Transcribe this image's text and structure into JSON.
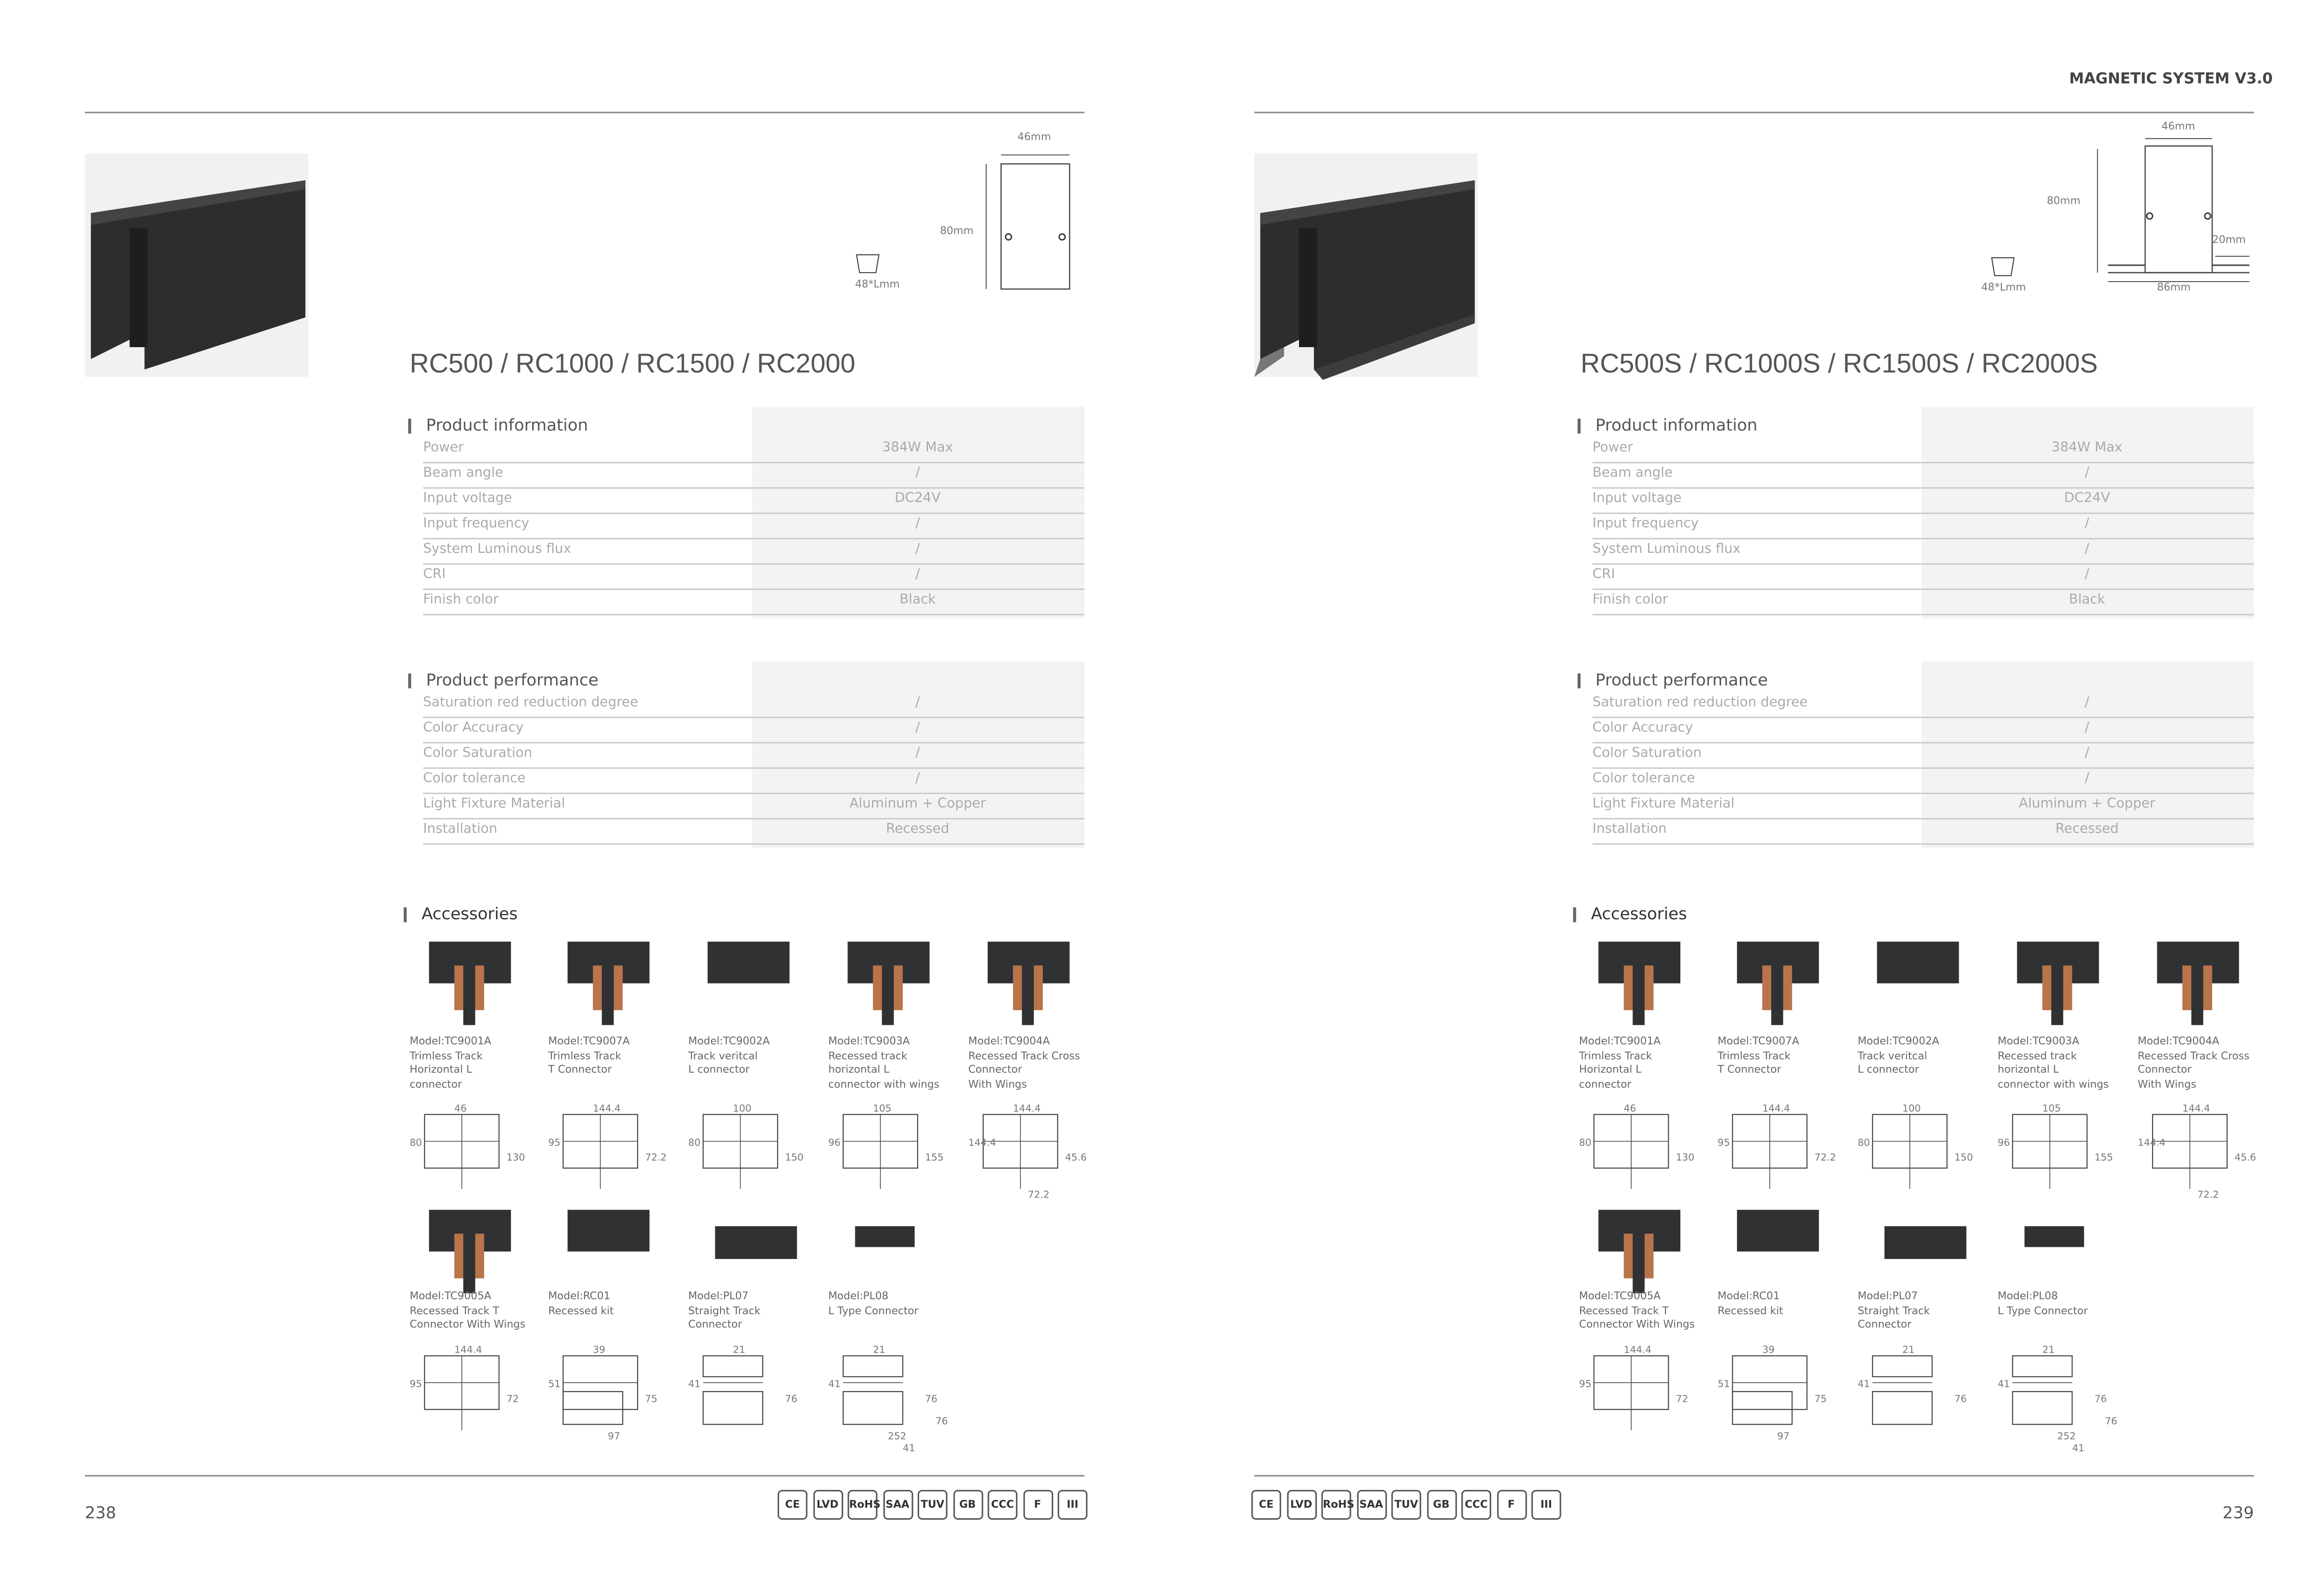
{
  "header": {
    "right": "MAGNETIC SYSTEM V3.0"
  },
  "pages": [
    {
      "page_number": "238",
      "title": "RC500 / RC1000 / RC1500 / RC2000",
      "profile_dims": {
        "width": "46mm",
        "height": "80mm",
        "cover": "48*Lmm"
      },
      "info_title": "Product information",
      "info_rows": [
        {
          "label": "Power",
          "value": "384W Max"
        },
        {
          "label": "Beam angle",
          "value": "/"
        },
        {
          "label": "Input voltage",
          "value": "DC24V"
        },
        {
          "label": "Input frequency",
          "value": "/"
        },
        {
          "label": "System Luminous flux",
          "value": "/"
        },
        {
          "label": "CRI",
          "value": "/"
        },
        {
          "label": "Finish color",
          "value": "Black"
        }
      ],
      "perf_title": "Product performance",
      "perf_rows": [
        {
          "label": "Saturation red reduction degree",
          "value": "/"
        },
        {
          "label": "Color Accuracy",
          "value": "/"
        },
        {
          "label": "Color Saturation",
          "value": "/"
        },
        {
          "label": "Color tolerance",
          "value": "/"
        },
        {
          "label": "Light Fixture Material",
          "value": "Aluminum + Copper"
        },
        {
          "label": "Installation",
          "value": "Recessed"
        }
      ],
      "acc_title": "Accessories"
    },
    {
      "page_number": "239",
      "title": "RC500S / RC1000S / RC1500S / RC2000S",
      "profile_dims": {
        "width": "46mm",
        "height": "80mm",
        "cover": "48*Lmm",
        "flange": "20mm",
        "total": "86mm"
      },
      "info_title": "Product information",
      "info_rows": [
        {
          "label": "Power",
          "value": "384W Max"
        },
        {
          "label": "Beam angle",
          "value": "/"
        },
        {
          "label": "Input voltage",
          "value": "DC24V"
        },
        {
          "label": "Input frequency",
          "value": "/"
        },
        {
          "label": "System Luminous flux",
          "value": "/"
        },
        {
          "label": "CRI",
          "value": "/"
        },
        {
          "label": "Finish color",
          "value": "Black"
        }
      ],
      "perf_title": "Product performance",
      "perf_rows": [
        {
          "label": "Saturation red reduction degree",
          "value": "/"
        },
        {
          "label": "Color Accuracy",
          "value": "/"
        },
        {
          "label": "Color Saturation",
          "value": "/"
        },
        {
          "label": "Color tolerance",
          "value": "/"
        },
        {
          "label": "Light Fixture Material",
          "value": "Aluminum + Copper"
        },
        {
          "label": "Installation",
          "value": "Recessed"
        }
      ],
      "acc_title": "Accessories"
    }
  ],
  "accessories": [
    {
      "lines": [
        "Model:TC9001A",
        "Trimless Track",
        "Horizontal L",
        "connector"
      ],
      "dims": [
        "46",
        "80",
        "130"
      ]
    },
    {
      "lines": [
        "Model:TC9007A",
        "Trimless Track",
        "T Connector"
      ],
      "dims": [
        "144.4",
        "95",
        "72.2"
      ]
    },
    {
      "lines": [
        "Model:TC9002A",
        "Track veritcal",
        "L connector"
      ],
      "dims": [
        "100",
        "80",
        "150"
      ]
    },
    {
      "lines": [
        "Model:TC9003A",
        "Recessed track",
        "horizontal L",
        "connector with wings"
      ],
      "dims": [
        "105",
        "96",
        "155"
      ]
    },
    {
      "lines": [
        "Model:TC9004A",
        "Recessed Track Cross",
        "Connector",
        "With Wings"
      ],
      "dims": [
        "144.4",
        "144.4",
        "45.6",
        "72.2"
      ]
    },
    {
      "lines": [
        "Model:TC9005A",
        "Recessed Track T",
        "Connector With Wings"
      ],
      "dims": [
        "144.4",
        "95",
        "72"
      ]
    },
    {
      "lines": [
        "Model:RC01",
        "Recessed kit"
      ],
      "dims": [
        "39",
        "51",
        "75",
        "97"
      ]
    },
    {
      "lines": [
        "Model:PL07",
        "Straight Track",
        "Connector"
      ],
      "dims": [
        "21",
        "41",
        "76"
      ]
    },
    {
      "lines": [
        "Model:PL08",
        "L Type Connector"
      ],
      "dims": [
        "21",
        "41",
        "76",
        "252",
        "76",
        "41"
      ]
    }
  ],
  "certifications": [
    "CE",
    "LVD",
    "RoHS",
    "SAA",
    "TUV",
    "GB",
    "CCC",
    "F",
    "III"
  ],
  "colors": {
    "product": "#2b2d2f",
    "copper": "#b8744a",
    "rule": "#888888",
    "value_bg": "#f3f3f3"
  }
}
